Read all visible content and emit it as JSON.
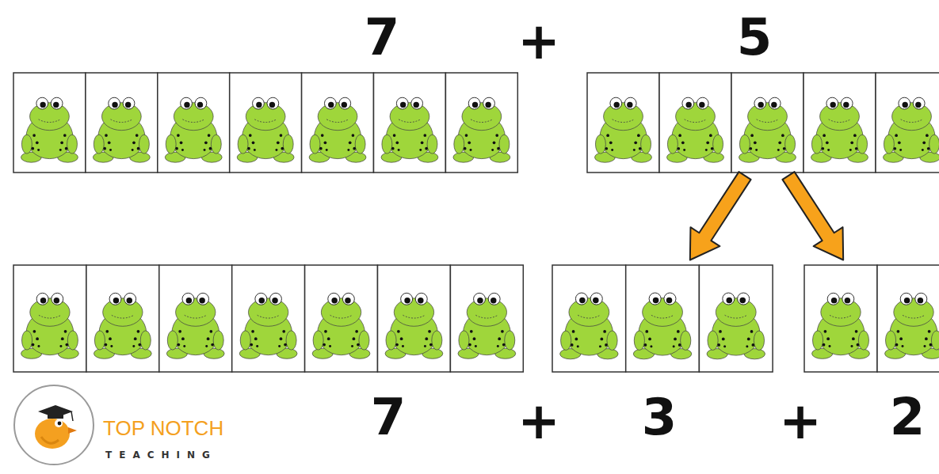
{
  "diagram": {
    "labels": [
      "7",
      "+",
      "5",
      "7",
      "+",
      "3",
      "+",
      "2",
      "TOP NOTCH",
      "TEACHING"
    ]
  }
}
